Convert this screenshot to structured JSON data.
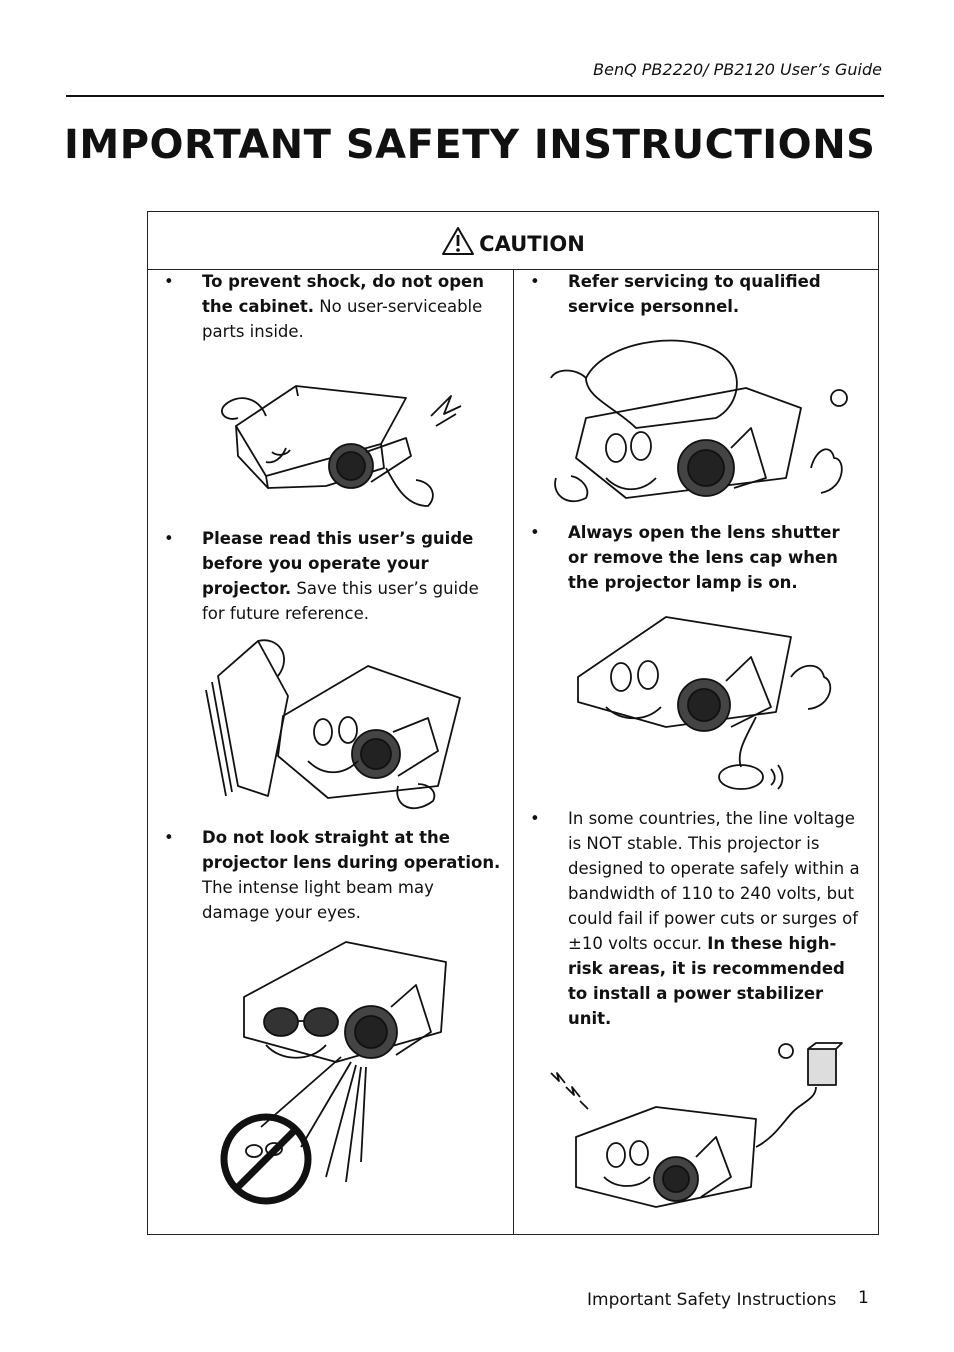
{
  "header": {
    "running_title": "BenQ PB2220/ PB2120 User’s Guide"
  },
  "page_title": "IMPORTANT SAFETY INSTRUCTIONS",
  "caution": {
    "label": "CAUTION"
  },
  "items": [
    {
      "bold": "To prevent shock, do not open the cabinet.",
      "text": " No user-serviceable parts inside."
    },
    {
      "bold": "Refer servicing to qualified service personnel.",
      "text": ""
    },
    {
      "bold": "Please read this user’s guide before you operate your projector.",
      "text": " Save this user’s guide for future reference."
    },
    {
      "bold": "Always open the lens shutter or remove the lens cap when the projector lamp is on.",
      "text": ""
    },
    {
      "bold": "Do not look straight at the projector lens during operation.",
      "text": " The intense light beam may damage your eyes."
    },
    {
      "pre": "In some countries, the line voltage is NOT stable. This projector is designed to operate safely within a bandwidth of 110 to 240 volts, but could fail if power cuts or surges of ±10 volts occur. ",
      "bold": "In these high-risk areas, it is recommended to install a power stabilizer unit."
    }
  ],
  "bullet": "•",
  "footer": {
    "section": "Important Safety Instructions",
    "page_number": "1"
  }
}
